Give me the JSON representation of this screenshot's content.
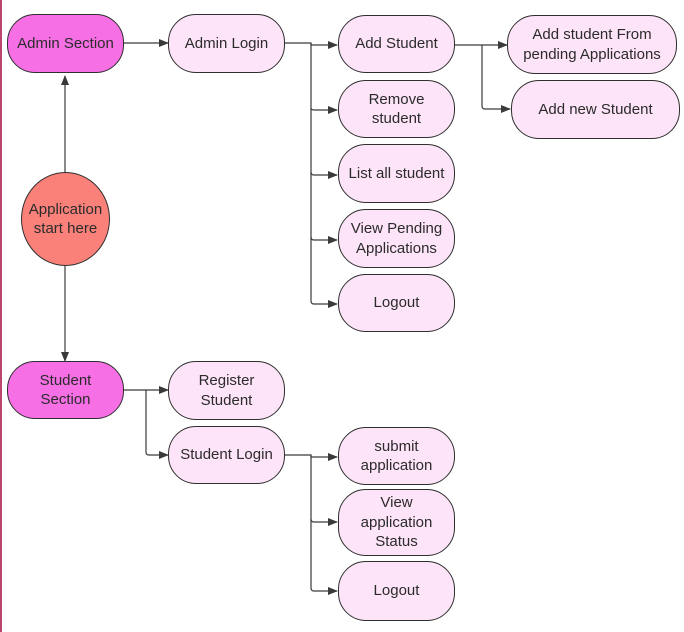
{
  "diagram": {
    "colors": {
      "section_fill": "#f76fe4",
      "node_fill": "#fde4f8",
      "start_fill": "#f98179",
      "stroke": "#2f2f2f",
      "arrow": "#3a3a3a"
    },
    "nodes": {
      "start": "Application\nstart here",
      "admin_section": "Admin Section",
      "admin_login": "Admin Login",
      "add_student": "Add Student",
      "add_from_pending": "Add student From\npending Applications",
      "add_new_student": "Add new Student",
      "remove_student": "Remove\nstudent",
      "list_all_student": "List all student",
      "view_pending": "View Pending\nApplications",
      "admin_logout": "Logout",
      "student_section": "Student\nSection",
      "register_student": "Register\nStudent",
      "student_login": "Student Login",
      "submit_application": "submit\napplication",
      "view_status": "View\napplication\nStatus",
      "student_logout": "Logout"
    },
    "edges": [
      [
        "start",
        "admin_section"
      ],
      [
        "start",
        "student_section"
      ],
      [
        "admin_section",
        "admin_login"
      ],
      [
        "admin_login",
        "add_student"
      ],
      [
        "admin_login",
        "remove_student"
      ],
      [
        "admin_login",
        "list_all_student"
      ],
      [
        "admin_login",
        "view_pending"
      ],
      [
        "admin_login",
        "admin_logout"
      ],
      [
        "add_student",
        "add_from_pending"
      ],
      [
        "add_student",
        "add_new_student"
      ],
      [
        "student_section",
        "register_student"
      ],
      [
        "student_section",
        "student_login"
      ],
      [
        "student_login",
        "submit_application"
      ],
      [
        "student_login",
        "view_status"
      ],
      [
        "student_login",
        "student_logout"
      ]
    ]
  }
}
